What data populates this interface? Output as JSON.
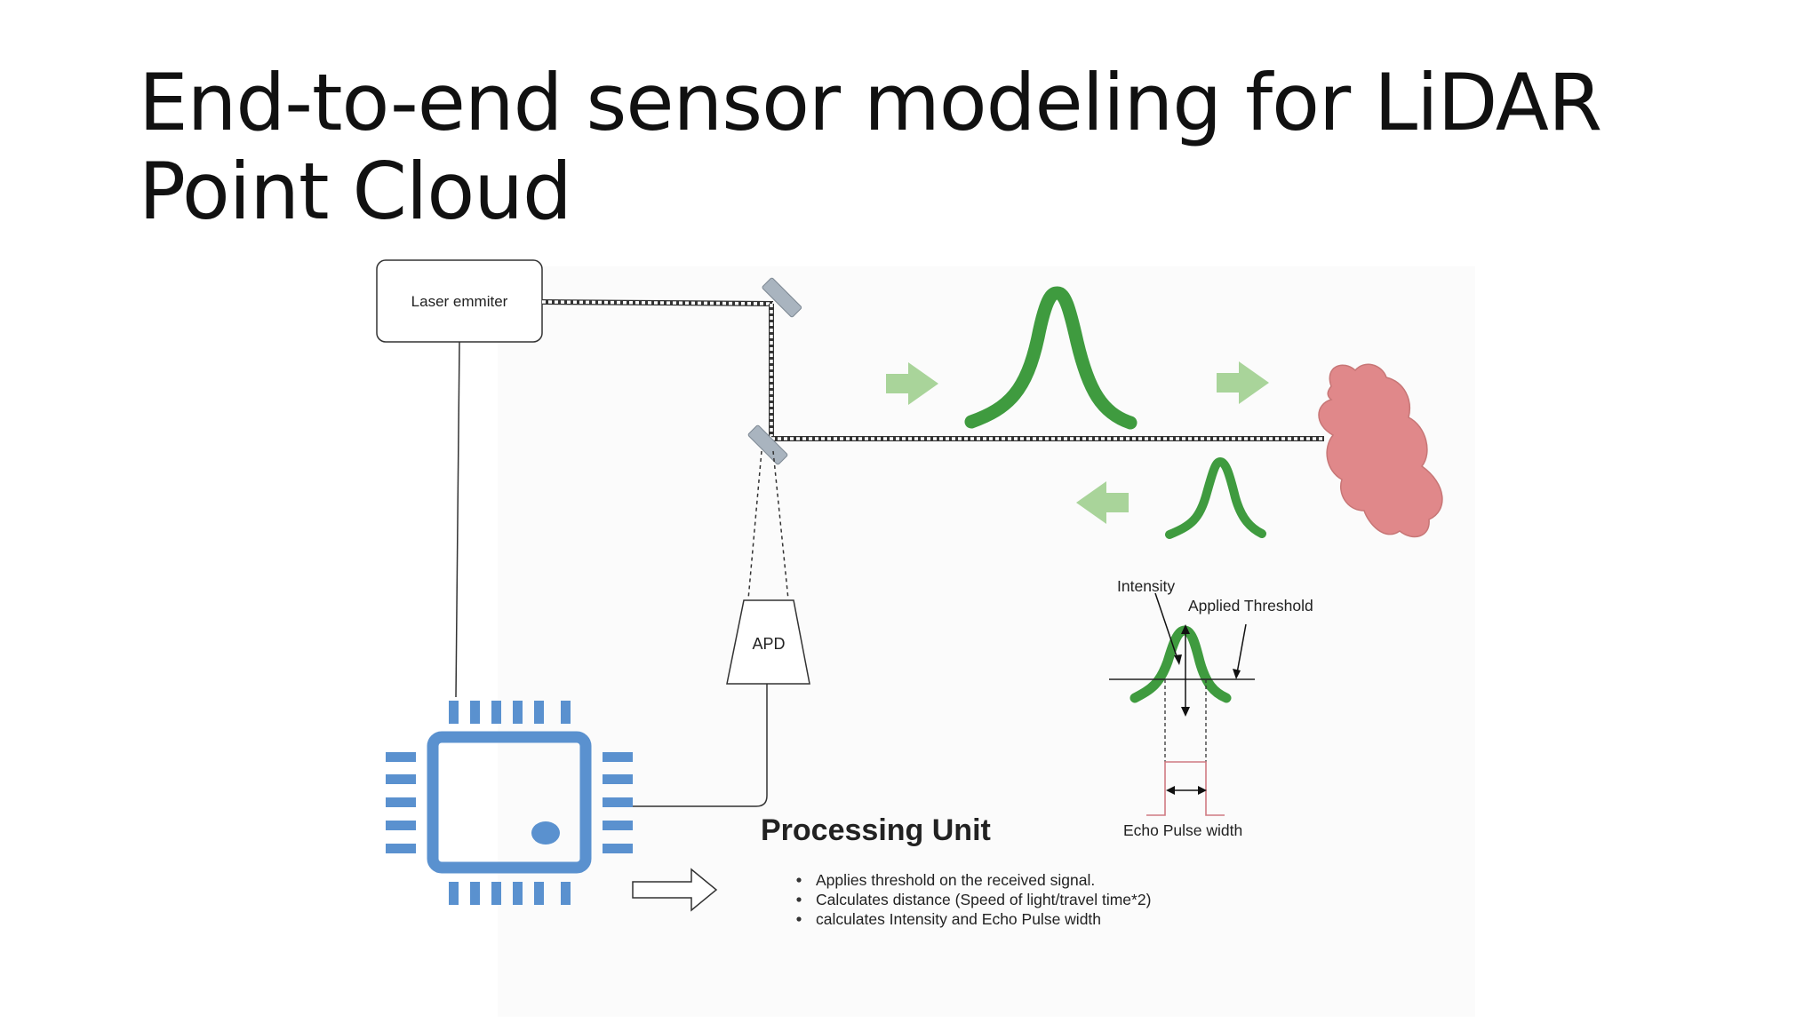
{
  "slide": {
    "title_line1": "End-to-end sensor modeling for LiDAR",
    "title_line2": "Point Cloud"
  },
  "diagram": {
    "laser_label": "Laser emmiter",
    "apd_label": "APD",
    "processing_title": "Processing Unit",
    "processing_bullets": [
      "Applies threshold on the received signal.",
      "Calculates distance (Speed of light/travel time*2)",
      "calculates Intensity and Echo Pulse width"
    ],
    "pulse_chart": {
      "intensity_label": "Intensity",
      "threshold_label": "Applied Threshold",
      "echo_label": "Echo Pulse width"
    }
  },
  "colors": {
    "pulse_green": "#3f9b3f",
    "arrow_green": "#a9d49a",
    "chip_blue": "#5a91cf",
    "cloud_red": "#e0888a",
    "mirror_gray": "#a9b4bf",
    "echo_red": "#cf7b82"
  },
  "icons": [
    "chip-icon",
    "cloud-target-icon",
    "mirror-icon",
    "right-arrow-icon"
  ]
}
